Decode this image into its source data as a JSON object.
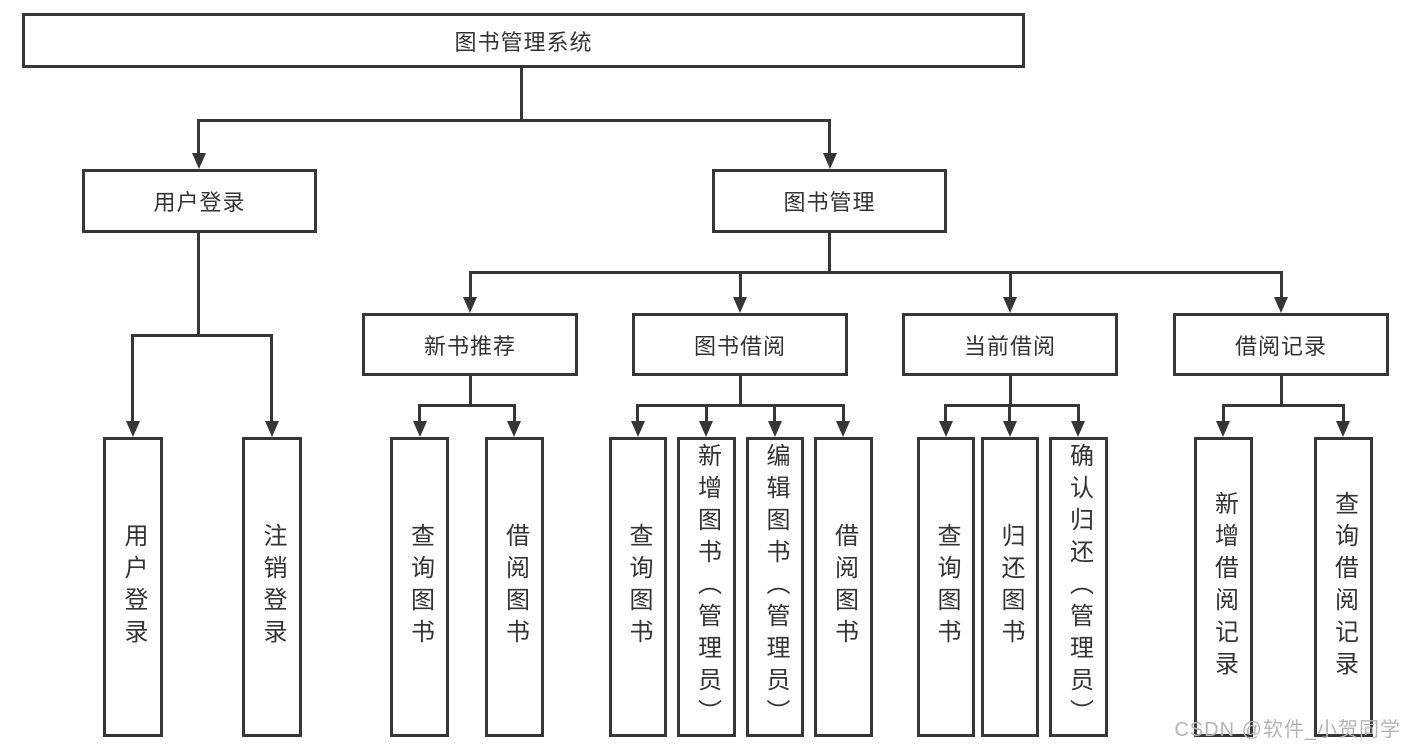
{
  "diagram": {
    "root": "图书管理系统",
    "user_login": {
      "label": "用户登录",
      "children": [
        "用户登录",
        "注销登录"
      ]
    },
    "book_mgmt": {
      "label": "图书管理",
      "sections": [
        {
          "label": "新书推荐",
          "children": [
            "查询图书",
            "借阅图书"
          ]
        },
        {
          "label": "图书借阅",
          "children": [
            "查询图书",
            "新增图书（管理员）",
            "编辑图书（管理员）",
            "借阅图书"
          ]
        },
        {
          "label": "当前借阅",
          "children": [
            "查询图书",
            "归还图书",
            "确认归还（管理员）"
          ]
        },
        {
          "label": "借阅记录",
          "children": [
            "新增借阅记录",
            "查询借阅记录"
          ]
        }
      ]
    },
    "line_color": "#363636",
    "text_color": "#333333"
  },
  "watermark": "CSDN @软件_小贺同学"
}
